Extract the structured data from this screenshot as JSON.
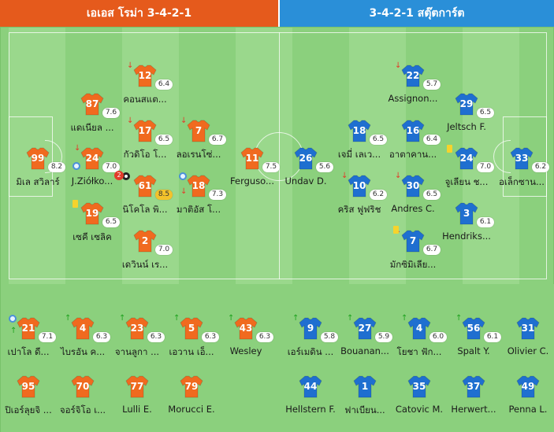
{
  "header": {
    "home": "เอเอส โรม่า 3-4-2-1",
    "away": "3-4-2-1 สตุ๊ตการ์ต"
  },
  "colors": {
    "home_accent": "#e55a1c",
    "away_accent": "#2a8fd8",
    "home_shirt": "#f06a1f",
    "away_shirt": "#1f6fd0",
    "pitch": "#8bd07d"
  },
  "home_lineup": [
    {
      "number": "99",
      "name": "มิเล สวิลาร์",
      "rating": "8.2",
      "events": []
    },
    {
      "number": "87",
      "name": "แดเนียล ...",
      "rating": "7.6",
      "events": []
    },
    {
      "number": "24",
      "name": "J.Ziółko...",
      "rating": "7.0",
      "events": [
        "sub-out",
        "assist"
      ]
    },
    {
      "number": "19",
      "name": "เซคี เซลิค",
      "rating": "6.5",
      "events": [
        "yellow-card"
      ]
    },
    {
      "number": "12",
      "name": "คอนสแต...",
      "rating": "6.4",
      "events": [
        "sub-out"
      ]
    },
    {
      "number": "17",
      "name": "กัวดิโอ โ...",
      "rating": "6.5",
      "events": [
        "sub-out"
      ]
    },
    {
      "number": "61",
      "name": "นิโคโล พิ...",
      "rating": "8.5",
      "events": [
        "goal",
        "goals-2"
      ]
    },
    {
      "number": "2",
      "name": "เดวินน์ เร...",
      "rating": "7.0",
      "events": []
    },
    {
      "number": "7",
      "name": "ลอเรนโซ่...",
      "rating": "6.7",
      "events": [
        "sub-out"
      ]
    },
    {
      "number": "18",
      "name": "มาติอัส โ...",
      "rating": "7.3",
      "events": [
        "assist",
        "sub-out"
      ]
    },
    {
      "number": "11",
      "name": "Ferguso...",
      "rating": "7.5",
      "events": []
    }
  ],
  "away_lineup": [
    {
      "number": "33",
      "name": "อเล็กซาน...",
      "rating": "6.2",
      "events": []
    },
    {
      "number": "29",
      "name": "Jeltsch F.",
      "rating": "6.5",
      "events": []
    },
    {
      "number": "24",
      "name": "จูเลียน ช...",
      "rating": "7.0",
      "events": [
        "yellow-card"
      ]
    },
    {
      "number": "3",
      "name": "Hendriks...",
      "rating": "6.1",
      "events": []
    },
    {
      "number": "22",
      "name": "Assignon...",
      "rating": "5.7",
      "events": [
        "sub-out"
      ]
    },
    {
      "number": "16",
      "name": "อาตาคาน...",
      "rating": "6.4",
      "events": []
    },
    {
      "number": "30",
      "name": "Andres C.",
      "rating": "6.5",
      "events": [
        "sub-out"
      ]
    },
    {
      "number": "7",
      "name": "มักซิมิเลีย...",
      "rating": "6.7",
      "events": [
        "yellow-card",
        "sub-out"
      ]
    },
    {
      "number": "18",
      "name": "เจมี่ เลเว...",
      "rating": "6.5",
      "events": []
    },
    {
      "number": "10",
      "name": "คริส ฟูฟริช",
      "rating": "6.2",
      "events": [
        "sub-out"
      ]
    },
    {
      "number": "26",
      "name": "Undav D.",
      "rating": "5.6",
      "events": []
    }
  ],
  "home_subs_used": [
    {
      "number": "21",
      "name": "เปาโล ดี...",
      "rating": "7.1",
      "events": [
        "assist",
        "sub-in"
      ]
    },
    {
      "number": "4",
      "name": "ไบรอัน ค...",
      "rating": "6.3",
      "events": [
        "sub-in"
      ]
    },
    {
      "number": "23",
      "name": "จานลูกา ...",
      "rating": "6.3",
      "events": [
        "sub-in"
      ]
    },
    {
      "number": "5",
      "name": "เอวาน เอ็...",
      "rating": "6.3",
      "events": [
        "sub-in"
      ]
    },
    {
      "number": "43",
      "name": "Wesley",
      "rating": "6.3",
      "events": [
        "sub-in"
      ]
    }
  ],
  "away_subs_used": [
    {
      "number": "9",
      "name": "เอร์เมดิน ...",
      "rating": "5.8",
      "events": [
        "sub-in"
      ]
    },
    {
      "number": "27",
      "name": "Bouanan...",
      "rating": "5.9",
      "events": [
        "sub-in"
      ]
    },
    {
      "number": "4",
      "name": "โยชา ฟัก...",
      "rating": "6.0",
      "events": [
        "sub-in"
      ]
    },
    {
      "number": "56",
      "name": "Spalt Y.",
      "rating": "6.1",
      "events": [
        "sub-in"
      ]
    },
    {
      "number": "31",
      "name": "Olivier C.",
      "rating": "",
      "events": []
    }
  ],
  "home_bench": [
    {
      "number": "95",
      "name": "ปิเอร์ลุยจิ ..."
    },
    {
      "number": "70",
      "name": "จอร์จิโอ เ..."
    },
    {
      "number": "77",
      "name": "Lulli E."
    },
    {
      "number": "79",
      "name": "Morucci E."
    }
  ],
  "away_bench": [
    {
      "number": "44",
      "name": "Hellstern F."
    },
    {
      "number": "1",
      "name": "ฟาเบียน..."
    },
    {
      "number": "35",
      "name": "Catovic M."
    },
    {
      "number": "37",
      "name": "Herwert..."
    },
    {
      "number": "49",
      "name": "Penna L."
    }
  ]
}
